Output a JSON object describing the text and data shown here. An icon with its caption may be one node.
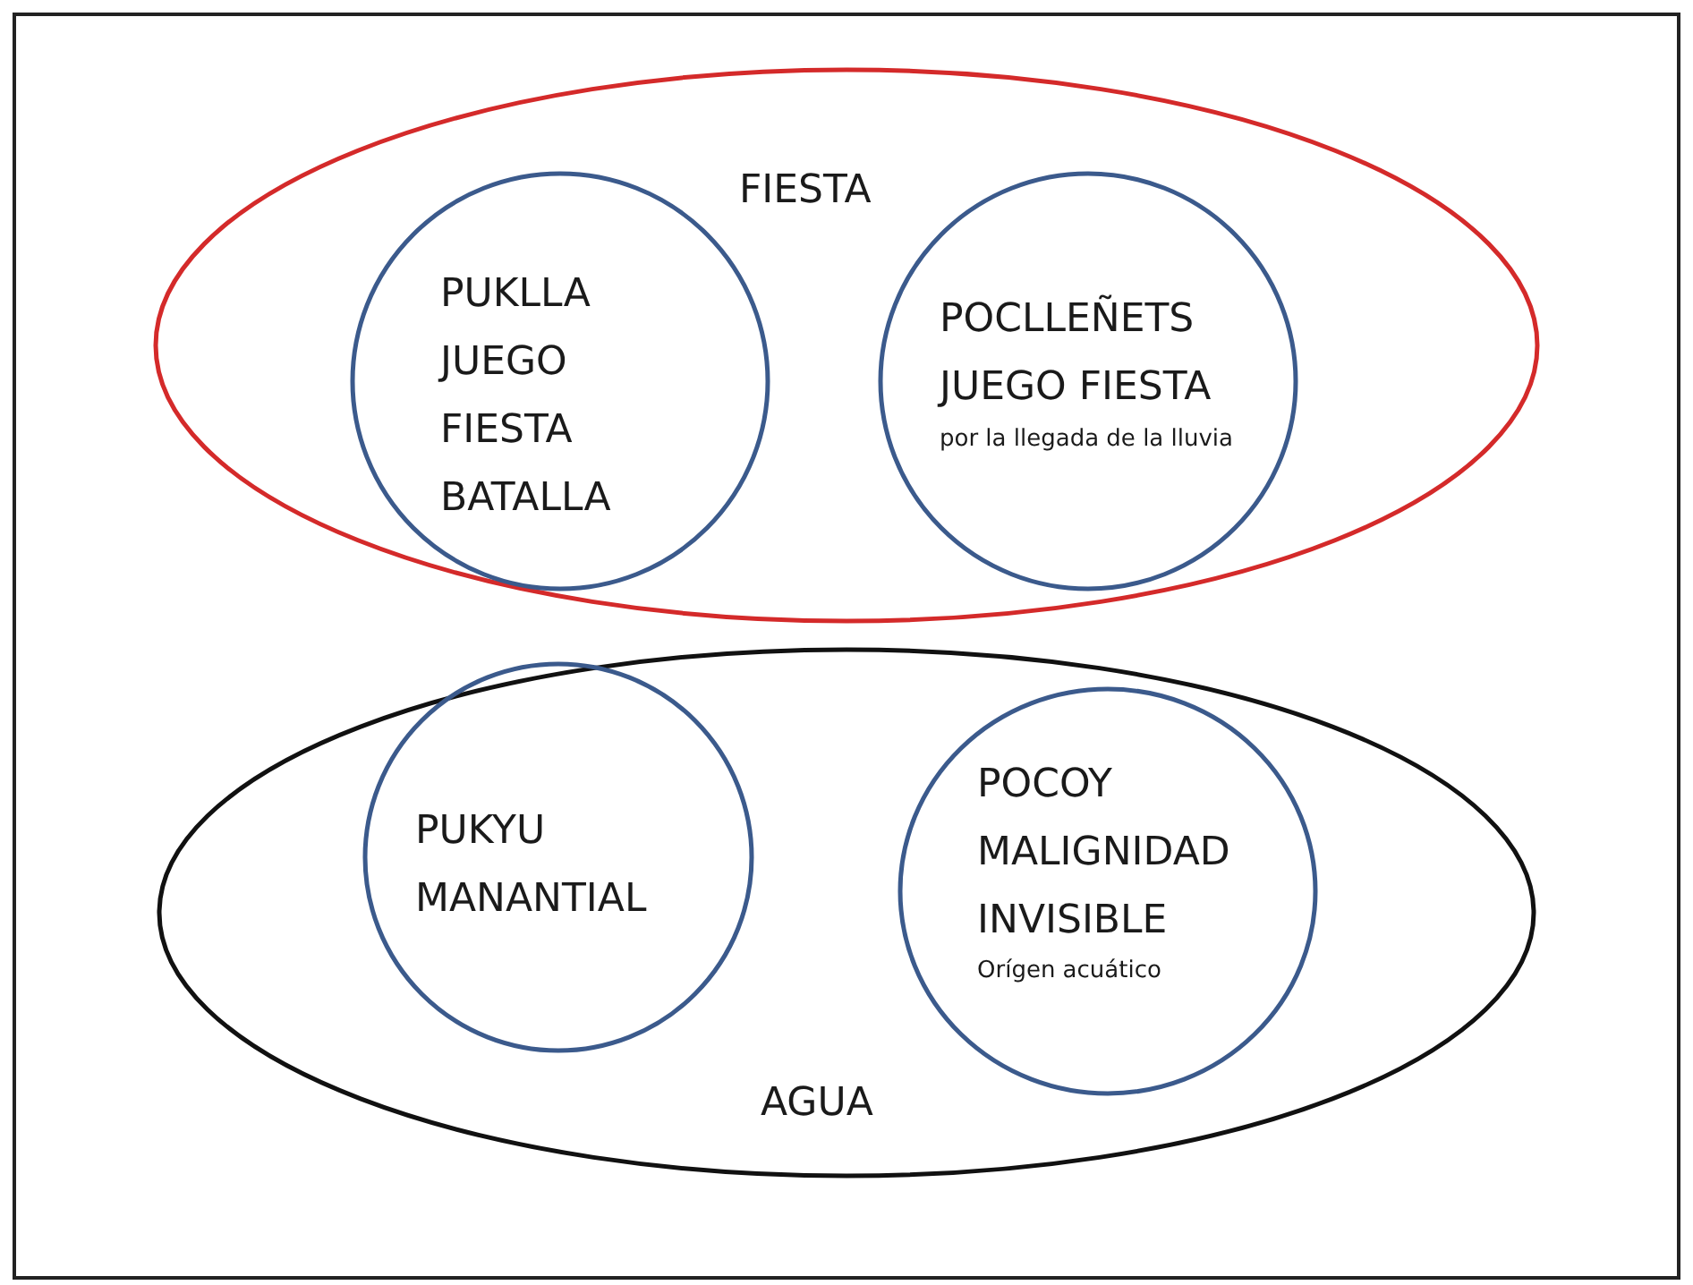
{
  "diagram": {
    "nodes": [
      {
        "text": [
          "FIESTA"
        ]
      },
      {
        "text": [
          "PUKLLA JUEGO FIESTA BATALLA"
        ],
        "in": 0
      },
      {
        "text": [
          "POCLLEÑETS JUEGO FIESTA",
          "por la llegada de la lluvia"
        ],
        "in": 0
      },
      {
        "text": [
          "AGUA"
        ]
      },
      {
        "text": [
          "PUKYU MANANTIAL"
        ],
        "in": 3
      },
      {
        "text": [
          "POCOY MALIGNIDAD INVISIBLE",
          "Orígen acuático"
        ],
        "in": 3
      }
    ]
  }
}
